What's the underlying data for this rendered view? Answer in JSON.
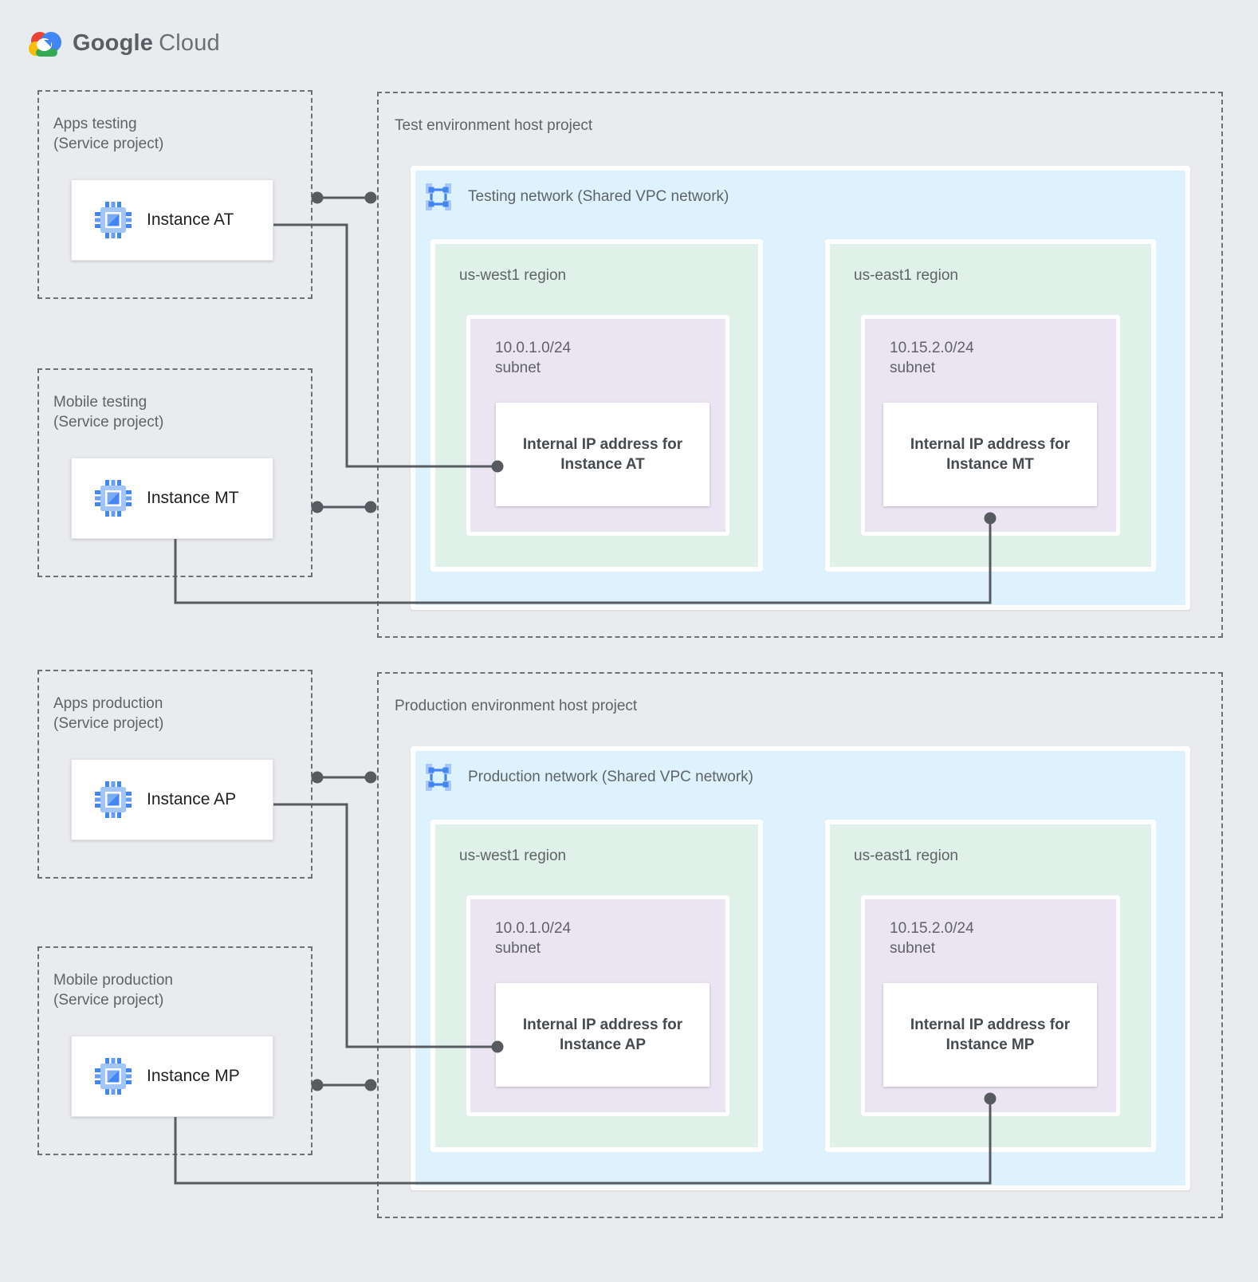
{
  "logo": {
    "google": "Google",
    "cloud": "Cloud"
  },
  "colors": {
    "page_background": "#e9ebee",
    "network_fill": "#ddf2fc",
    "region_fill": "#dff1e9",
    "subnet_fill": "#ebe4f2",
    "connector": "#575b60",
    "label_gray": "#5f6368",
    "instance_text": "#202124",
    "gce_icon_blue": "#4285f4",
    "vpc_icon_blue": "#4285f4"
  },
  "service_projects": [
    {
      "name": "Apps testing",
      "qualifier": "(Service project)",
      "instance_label": "Instance AT"
    },
    {
      "name": "Mobile testing",
      "qualifier": "(Service project)",
      "instance_label": "Instance MT"
    },
    {
      "name": "Apps production",
      "qualifier": "(Service project)",
      "instance_label": "Instance AP"
    },
    {
      "name": "Mobile production",
      "qualifier": "(Service project)",
      "instance_label": "Instance MP"
    }
  ],
  "host_projects": [
    {
      "title": "Test environment host project",
      "network_label": "Testing network (Shared VPC network)",
      "regions": [
        {
          "name": "us-west1 region",
          "subnet_cidr": "10.0.1.0/24",
          "subnet_word": "subnet",
          "ip_line1": "Internal IP address for",
          "ip_line2": "Instance AT"
        },
        {
          "name": "us-east1 region",
          "subnet_cidr": "10.15.2.0/24",
          "subnet_word": "subnet",
          "ip_line1": "Internal IP address for",
          "ip_line2": "Instance MT"
        }
      ]
    },
    {
      "title": "Production environment host project",
      "network_label": "Production network (Shared VPC network)",
      "regions": [
        {
          "name": "us-west1 region",
          "subnet_cidr": "10.0.1.0/24",
          "subnet_word": "subnet",
          "ip_line1": "Internal IP address for",
          "ip_line2": "Instance AP"
        },
        {
          "name": "us-east1 region",
          "subnet_cidr": "10.15.2.0/24",
          "subnet_word": "subnet",
          "ip_line1": "Internal IP address for",
          "ip_line2": "Instance MP"
        }
      ]
    }
  ]
}
